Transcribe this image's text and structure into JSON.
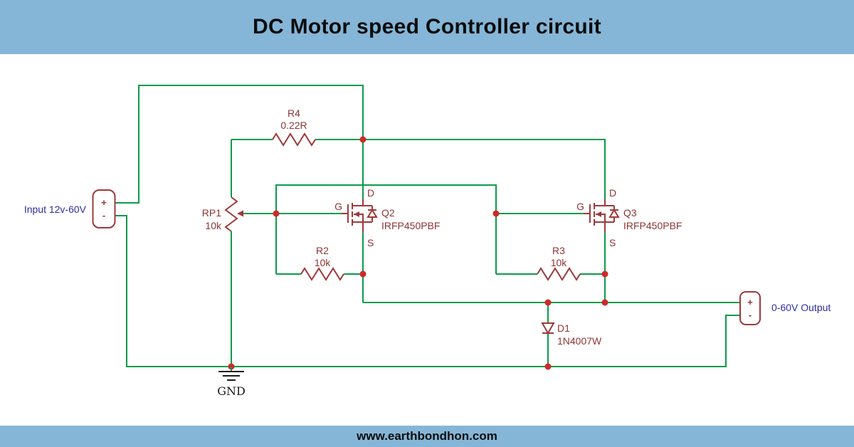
{
  "header": {
    "title": "DC Motor speed Controller circuit"
  },
  "footer": {
    "site": "www.earthbondhon.com"
  },
  "colors": {
    "band": "#85b6d7",
    "canvas": "#ffffff",
    "wire": "#0a9b4b",
    "component": "#9e3939",
    "component_text": "#8e3434",
    "junction": "#cf2929",
    "net_text": "#2d2da8",
    "gnd_text": "#1a1a1a"
  },
  "labels": {
    "input": "Input 12v-60V",
    "output": "0-60V Output",
    "gnd": "GND",
    "plus": "+",
    "minus": "-"
  },
  "components": {
    "r4": {
      "name": "R4",
      "value": "0.22R"
    },
    "rp1": {
      "name": "RP1",
      "value": "10k"
    },
    "r2": {
      "name": "R2",
      "value": "10k"
    },
    "r3": {
      "name": "R3",
      "value": "10k"
    },
    "q2": {
      "name": "Q2",
      "value": "IRFP450PBF"
    },
    "q3": {
      "name": "Q3",
      "value": "IRFP450PBF"
    },
    "d1": {
      "name": "D1",
      "value": "1N4007W"
    }
  },
  "pins": {
    "gate": "G",
    "drain": "D",
    "source": "S"
  }
}
